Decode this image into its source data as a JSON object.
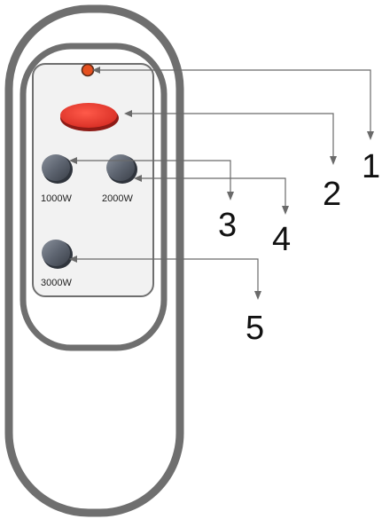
{
  "remote": {
    "colors": {
      "body_outline": "#6f6f6f",
      "body_fill": "#ffffff",
      "panel_outline": "#6f6f6f",
      "panel_fill": "#f1f1f1",
      "indicator": "#e5501f",
      "power_button": "#e8312a",
      "power_button_shadow": "#8e1b16",
      "grey_button": "#5d6470",
      "grey_button_shadow": "#2f343c"
    },
    "buttons": [
      {
        "id": "1000",
        "label": "1000W"
      },
      {
        "id": "2000",
        "label": "2000W"
      },
      {
        "id": "3000",
        "label": "3000W"
      }
    ]
  },
  "callouts": [
    {
      "number": "1",
      "target": "indicator-light"
    },
    {
      "number": "2",
      "target": "power-button"
    },
    {
      "number": "3",
      "target": "button-1000w"
    },
    {
      "number": "4",
      "target": "button-2000w"
    },
    {
      "number": "5",
      "target": "button-3000w"
    }
  ]
}
